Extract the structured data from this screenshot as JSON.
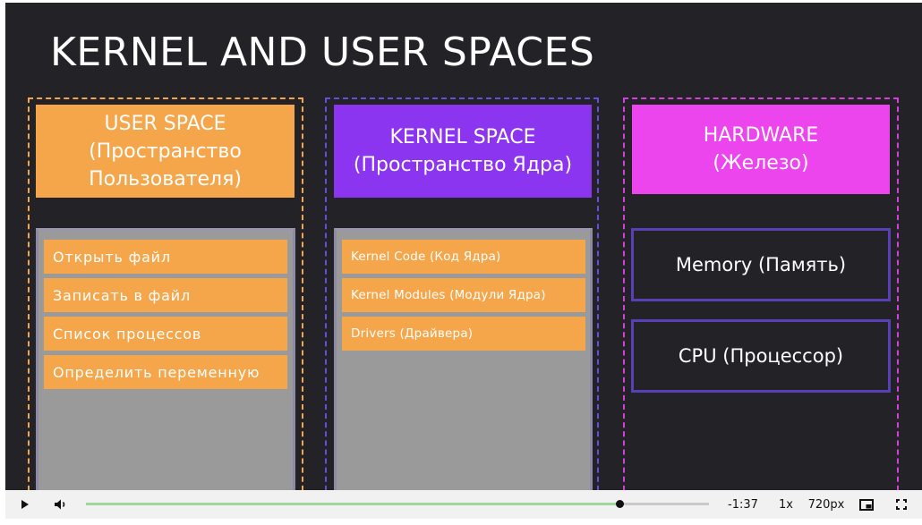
{
  "slide": {
    "title": "KERNEL AND USER SPACES",
    "user_space": {
      "header_line1": "USER SPACE",
      "header_line2": "(Пространство",
      "header_line3": "Пользователя)",
      "items": [
        "Открыть файл",
        "Записать в файл",
        "Список процессов",
        "Определить переменную"
      ]
    },
    "kernel_space": {
      "header_line1": "KERNEL SPACE",
      "header_line2": "(Пространство Ядра)",
      "items": [
        "Kernel Code (Код Ядра)",
        "Kernel Modules (Модули Ядра)",
        "Drivers (Драйвера)"
      ]
    },
    "hardware": {
      "header_line1": "HARDWARE",
      "header_line2": "(Железо)",
      "items": [
        "Memory (Память)",
        "CPU (Процессор)"
      ]
    }
  },
  "player": {
    "time_remaining": "-1:37",
    "speed": "1x",
    "quality": "720px",
    "progress": 0.8565,
    "icons": {
      "play": "play-icon",
      "volume": "volume-icon",
      "pip": "picture-in-picture-icon",
      "fullscreen": "fullscreen-icon"
    }
  },
  "colors": {
    "user": "#f5a64a",
    "kernel": "#8c35f0",
    "hardware": "#ed45ee",
    "background": "#232226",
    "progress_fill": "#9fd6a0"
  }
}
